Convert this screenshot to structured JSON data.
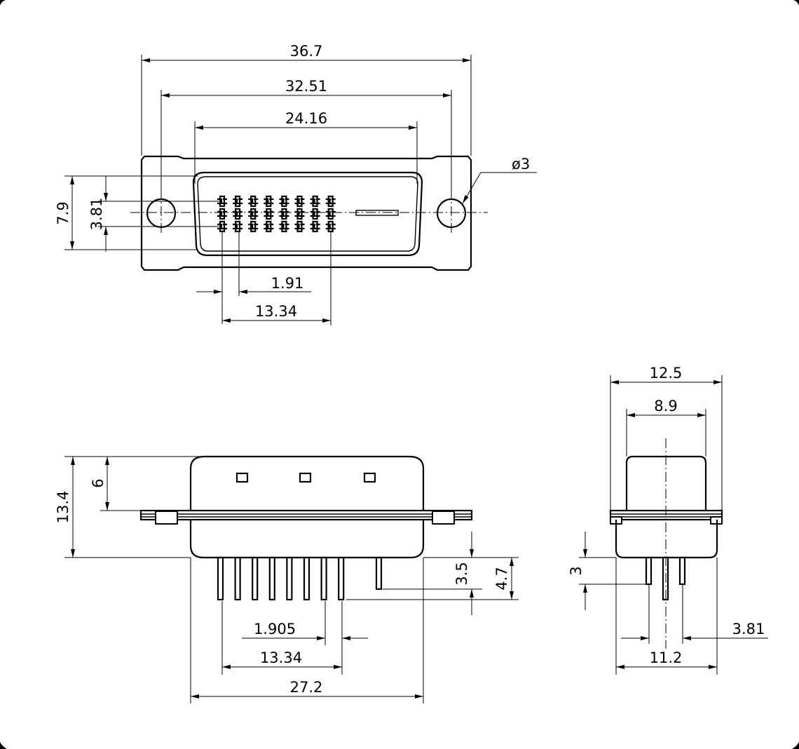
{
  "top_view": {
    "dims": {
      "overall_width": "36.7",
      "hole_pitch": "32.51",
      "shell_width": "24.16",
      "hole_diameter": "ø3",
      "flange_height": "7.9",
      "row_span": "3.81",
      "pin_pitch": "1.91",
      "pin_span": "13.34"
    }
  },
  "front_view": {
    "dims": {
      "total_height": "13.4",
      "shell_height": "6",
      "pin_length": "3.5",
      "pin_length_total": "4.7",
      "pin_pitch": "1.905",
      "pin_span": "13.34",
      "body_width": "27.2"
    }
  },
  "side_view": {
    "dims": {
      "flange_depth": "12.5",
      "shell_depth": "8.9",
      "standoff": "3",
      "row_pitch": "3.81",
      "body_depth": "11.2"
    }
  }
}
